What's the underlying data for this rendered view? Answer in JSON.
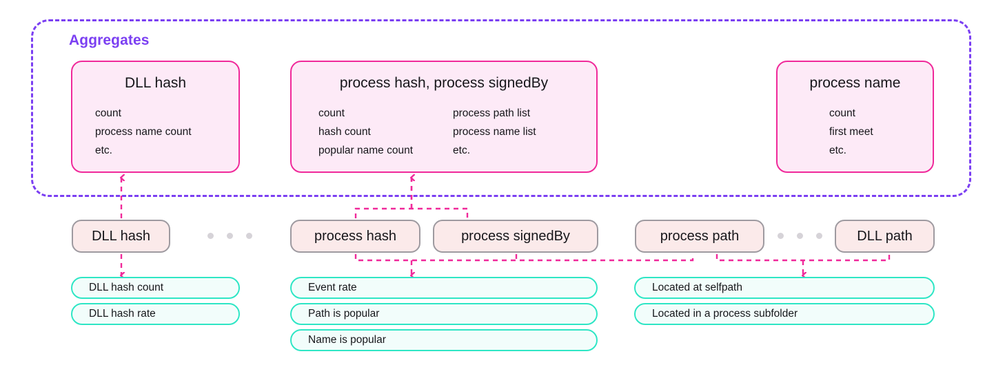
{
  "group": {
    "title": "Aggregates",
    "border_color": "#7b3ff2"
  },
  "colors": {
    "aggregate_border": "#f0299a",
    "aggregate_fill": "#fdeaf7",
    "feature_border": "#9e9aa0",
    "feature_fill": "#fbeaea",
    "output_border": "#2ee6c5",
    "output_fill": "#f2fdfb",
    "connector": "#f0299a",
    "dot": "#d6d3d8",
    "text": "#16161a"
  },
  "aggregates": [
    {
      "title": "DLL hash",
      "columns": [
        [
          "count",
          "process name count",
          "etc."
        ]
      ]
    },
    {
      "title": "process hash, process signedBy",
      "columns": [
        [
          "count",
          "hash count",
          "popular name count"
        ],
        [
          "process path list",
          "process name list",
          "etc."
        ]
      ]
    },
    {
      "title": "process name",
      "columns": [
        [
          "count",
          "first meet",
          "etc."
        ]
      ]
    }
  ],
  "features": [
    {
      "label": "DLL hash"
    },
    {
      "label": "process hash"
    },
    {
      "label": "process signedBy"
    },
    {
      "label": "process path"
    },
    {
      "label": "DLL path"
    }
  ],
  "ellipsis": {
    "dot_count": 3,
    "glyph": "ellipsis-dots"
  },
  "outputs": [
    {
      "label": "DLL hash count"
    },
    {
      "label": "DLL hash rate"
    },
    {
      "label": "Event rate"
    },
    {
      "label": "Path is popular"
    },
    {
      "label": "Name is popular"
    },
    {
      "label": "Located at selfpath"
    },
    {
      "label": "Located in a process subfolder"
    }
  ]
}
